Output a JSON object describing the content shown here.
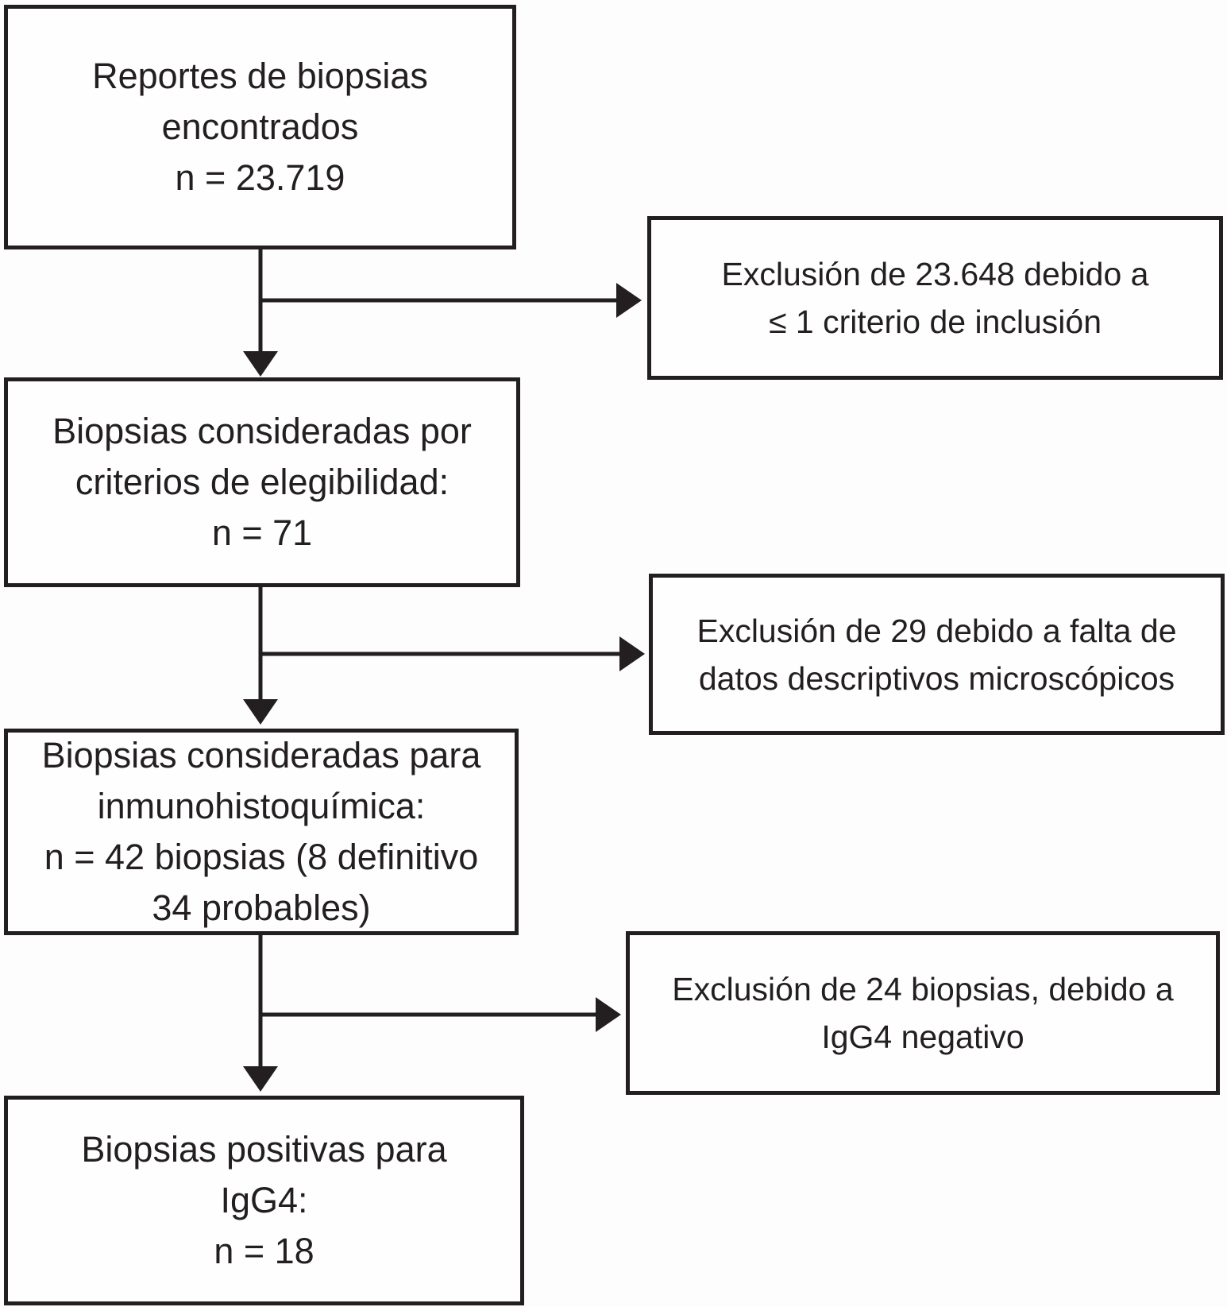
{
  "diagram": {
    "type": "flowchart",
    "language": "es",
    "boxes": {
      "reportes_encontrados": {
        "text": "Reportes de biopsias\nencontrados\nn = 23.719",
        "n": "23.719"
      },
      "exclusion_1": {
        "text": "Exclusión de 23.648 debido a\n≤ 1 criterio de inclusión",
        "n": "23.648"
      },
      "consideradas_elegibilidad": {
        "text": "Biopsias consideradas por\ncriterios de elegibilidad:\nn = 71",
        "n": "71"
      },
      "exclusion_2": {
        "text": "Exclusión de 29 debido a falta de\ndatos descriptivos microscópicos",
        "n": "29"
      },
      "consideradas_inmunohistoquimica": {
        "text": "Biopsias consideradas para\ninmunohistoquímica:\nn = 42 biopsias (8 definitivo\n34 probables)",
        "n": "42"
      },
      "exclusion_3": {
        "text": "Exclusión de 24 biopsias, debido a\nIgG4 negativo",
        "n": "24"
      },
      "positivas_igg4": {
        "text": "Biopsias positivas para\nIgG4:\nn = 18",
        "n": "18"
      }
    },
    "colors": {
      "ink": "#231f20",
      "box_background": "#fefefe",
      "page_background": "#fdfdfd"
    }
  }
}
